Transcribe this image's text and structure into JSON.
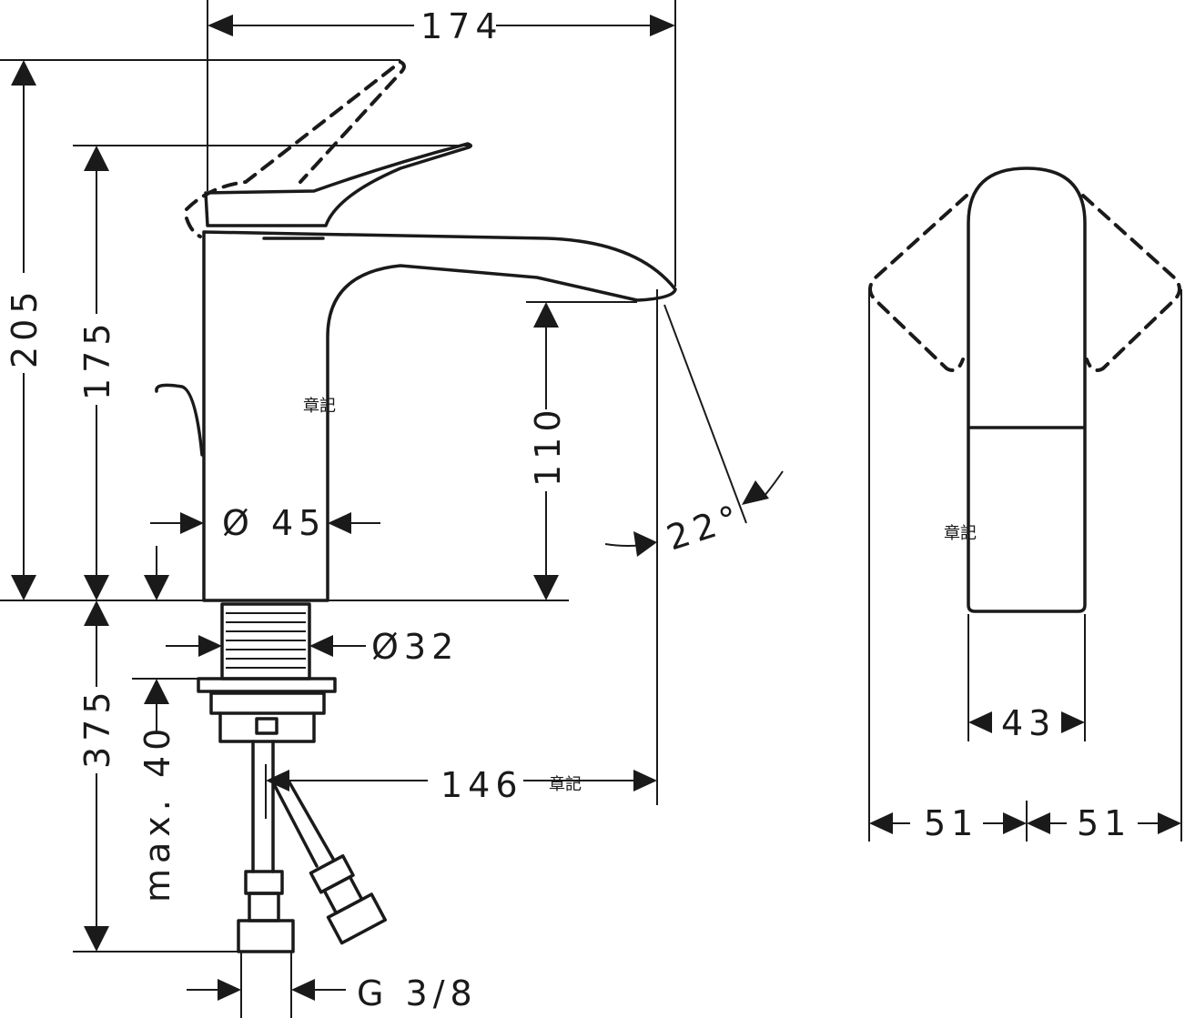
{
  "dimensions": {
    "width_total": "174",
    "height_lever_up": "205",
    "height_body": "175",
    "spout_height": "110",
    "body_diameter": "Ø 45",
    "shank_diameter": "Ø32",
    "below_deck": "375",
    "max_thickness": "max. 40",
    "spout_reach": "146",
    "lever_angle": "22°",
    "connection": "G 3/8",
    "handle_width": "43",
    "swing_left": "51",
    "swing_right": "51"
  },
  "watermarks": [
    "章記",
    "章記",
    "章記"
  ]
}
